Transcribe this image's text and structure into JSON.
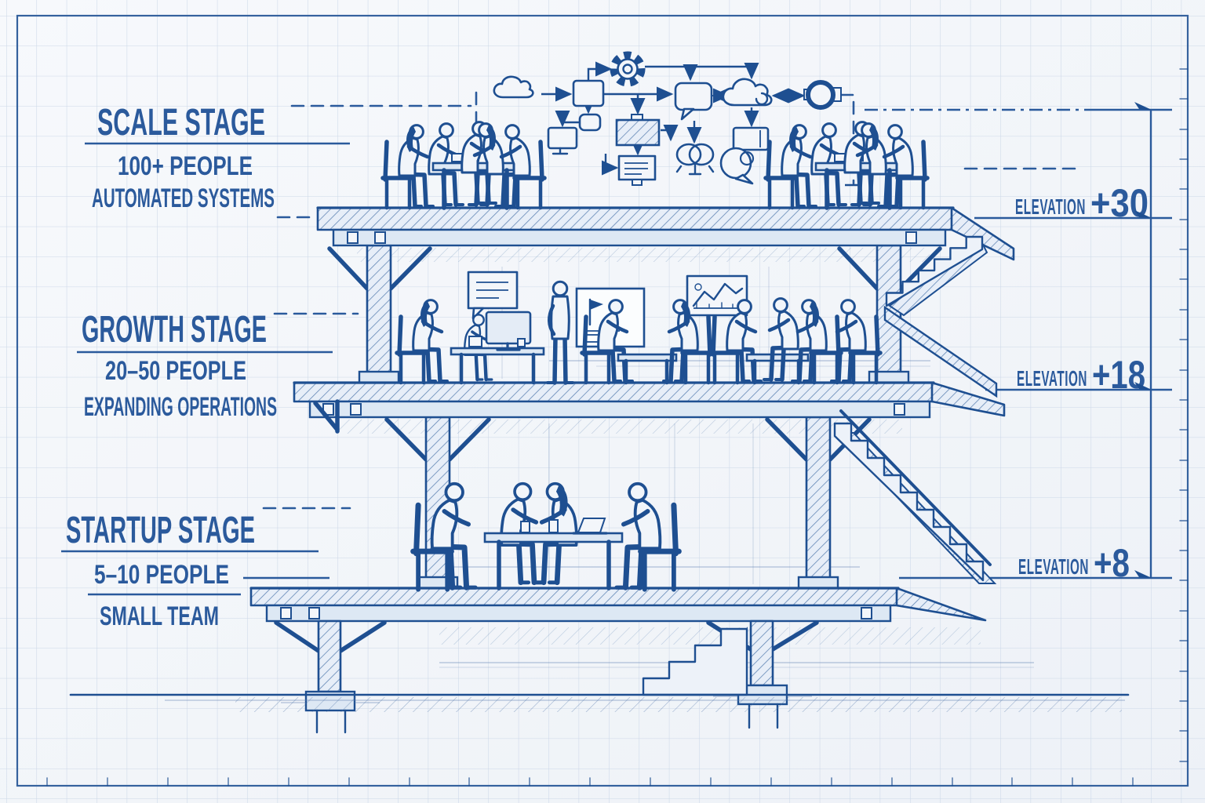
{
  "palette": {
    "ink": "#1e4f91",
    "text": "#2b5a9c",
    "paper": "#f4f6fa",
    "grid": "#ccd8e8",
    "slab_fill": "#e7eef8",
    "beam_fill": "#dde8f4"
  },
  "stages": [
    {
      "id": "scale",
      "title": "SCALE STAGE",
      "people": "100+ PEOPLE",
      "descriptor": "AUTOMATED SYSTEMS",
      "elevation_label": "ELEVATION",
      "elevation_value": "+30"
    },
    {
      "id": "growth",
      "title": "GROWTH STAGE",
      "people": "20–50 PEOPLE",
      "descriptor": "EXPANDING OPERATIONS",
      "elevation_label": "ELEVATION",
      "elevation_value": "+18"
    },
    {
      "id": "startup",
      "title": "STARTUP STAGE",
      "people": "5–10 PEOPLE",
      "descriptor": "SMALL TEAM",
      "elevation_label": "ELEVATION",
      "elevation_value": "+8"
    }
  ],
  "icons": {
    "flowchart": [
      "gear-icon",
      "process-box-icon",
      "monitor-icon",
      "shaded-box-icon",
      "document-icon",
      "speech-bubble-icon",
      "cloud-icon",
      "link-icon",
      "chat-bubble-icon",
      "browser-box-icon",
      "lens-icon",
      "small-cloud-icon"
    ],
    "wall_art": [
      "speech-frame-icon",
      "whiteboard-flag-icon",
      "line-chart-icon"
    ]
  }
}
